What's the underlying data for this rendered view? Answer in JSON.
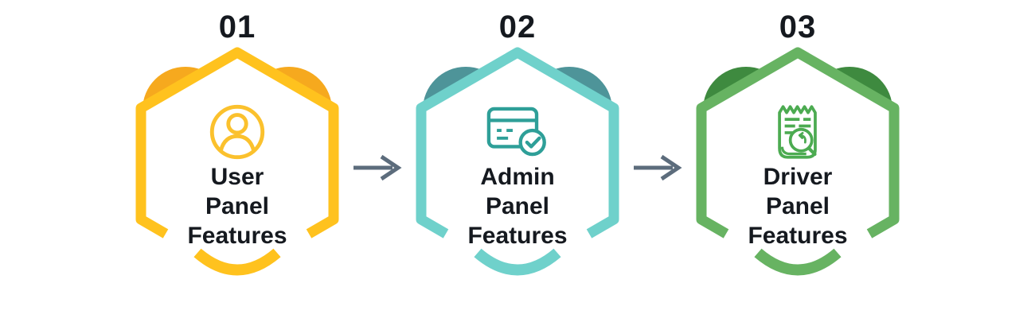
{
  "diagram": {
    "background": "#ffffff",
    "number_color": "#15191f",
    "title_color": "#15191f",
    "arrow_color": "#5c6c7c"
  },
  "steps": [
    {
      "number": "01",
      "title_lines": [
        "User",
        "Panel",
        "Features"
      ],
      "icon": "user-avatar-icon",
      "colors": {
        "frame": "#FFC21E",
        "shoulder": "#F6A91E",
        "icon": "#FBC12D"
      }
    },
    {
      "number": "02",
      "title_lines": [
        "Admin",
        "Panel",
        "Features"
      ],
      "icon": "admin-panel-check-icon",
      "colors": {
        "frame": "#6FD1CB",
        "shoulder": "#4E9499",
        "icon": "#2E9F98"
      }
    },
    {
      "number": "03",
      "title_lines": [
        "Driver",
        "Panel",
        "Features"
      ],
      "icon": "receipt-magnifier-icon",
      "colors": {
        "frame": "#67B362",
        "shoulder": "#3E8A3F",
        "icon": "#4CAB51"
      }
    }
  ]
}
